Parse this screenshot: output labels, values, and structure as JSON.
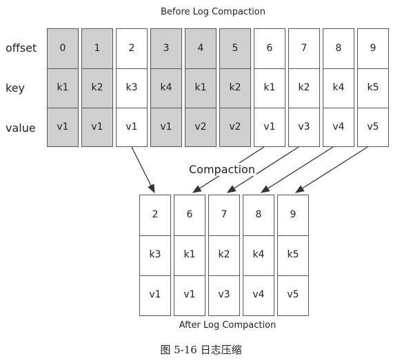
{
  "before": {
    "title": "Before Log Compaction",
    "row_labels": {
      "offset": "offset",
      "key": "key",
      "value": "value"
    },
    "records": [
      {
        "offset": "0",
        "key": "k1",
        "value": "v1",
        "shaded": true
      },
      {
        "offset": "1",
        "key": "k2",
        "value": "v1",
        "shaded": true
      },
      {
        "offset": "2",
        "key": "k3",
        "value": "v1",
        "shaded": false
      },
      {
        "offset": "3",
        "key": "k4",
        "value": "v1",
        "shaded": true
      },
      {
        "offset": "4",
        "key": "k1",
        "value": "v2",
        "shaded": true
      },
      {
        "offset": "5",
        "key": "k2",
        "value": "v2",
        "shaded": true
      },
      {
        "offset": "6",
        "key": "k1",
        "value": "v1",
        "shaded": false
      },
      {
        "offset": "7",
        "key": "k2",
        "value": "v3",
        "shaded": false
      },
      {
        "offset": "8",
        "key": "k4",
        "value": "v4",
        "shaded": false
      },
      {
        "offset": "9",
        "key": "k5",
        "value": "v5",
        "shaded": false
      }
    ]
  },
  "compaction_label": "Compaction",
  "after": {
    "title": "After Log Compaction",
    "records": [
      {
        "offset": "2",
        "key": "k3",
        "value": "v1"
      },
      {
        "offset": "6",
        "key": "k1",
        "value": "v1"
      },
      {
        "offset": "7",
        "key": "k2",
        "value": "v3"
      },
      {
        "offset": "8",
        "key": "k4",
        "value": "v4"
      },
      {
        "offset": "9",
        "key": "k5",
        "value": "v5"
      }
    ]
  },
  "caption": "图 5-16 日志压缩",
  "colors": {
    "shaded": "#cfcfcf",
    "border": "#555555",
    "arrow": "#333333"
  }
}
